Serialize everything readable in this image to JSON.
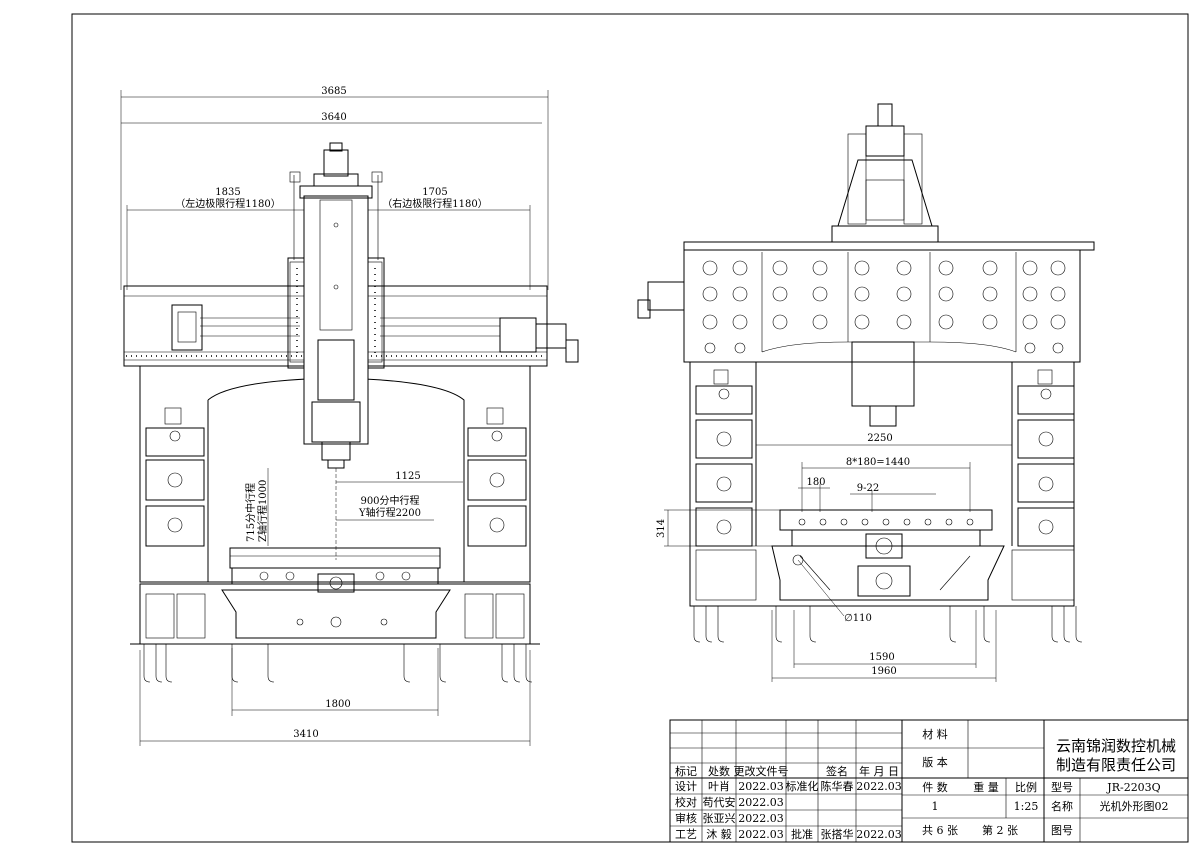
{
  "front_view": {
    "dims": {
      "overall_width": "3685",
      "width_3640": "3640",
      "left_travel": "1835",
      "left_travel_note": "（左边极限行程1180）",
      "right_travel": "1705",
      "right_travel_note": "（右边极限行程1180）",
      "z_mid": "715分中行程",
      "z_stroke": "Z轴行程1000",
      "dim_1125": "1125",
      "y_mid": "900分中行程",
      "y_stroke": "Y轴行程2200",
      "base_1800": "1800",
      "base_3410": "3410"
    }
  },
  "side_view": {
    "dims": {
      "width_2250": "2250",
      "slots": "8*180=1440",
      "slot_180": "180",
      "slot_width": "9-22",
      "height_314": "314",
      "hole_dia": "∅110",
      "base_1590": "1590",
      "base_1960": "1960"
    }
  },
  "title_block": {
    "company_line1": "云南锦润数控机械",
    "company_line2": "制造有限责任公司",
    "material_label": "材 料",
    "version_label": "版 本",
    "count_label": "件 数",
    "weight_label": "重 量",
    "scale_label": "比例",
    "count_value": "1",
    "scale_value": "1:25",
    "model_label": "型号",
    "model_value": "JR-2203Q",
    "name_label": "名称",
    "name_value": "光机外形图02",
    "drawing_no_label": "图号",
    "sheets_total": "共 6 张",
    "sheet_no": "第 2 张",
    "rev_headers": [
      "标记",
      "处数",
      "更改文件号",
      "签名",
      "年 月 日"
    ],
    "rows": [
      {
        "role": "设计",
        "name": "叶肖",
        "date": "2022.03",
        "role2": "标准化",
        "name2": "陈华春",
        "date2": "2022.03"
      },
      {
        "role": "校对",
        "name": "苟代安",
        "date": "2022.03"
      },
      {
        "role": "审核",
        "name": "张亚兴",
        "date": "2022.03"
      },
      {
        "role": "工艺",
        "name": "沐 毅",
        "date": "2022.03",
        "role2": "批准",
        "name2": "张搭华",
        "date2": "2022.03"
      }
    ]
  }
}
